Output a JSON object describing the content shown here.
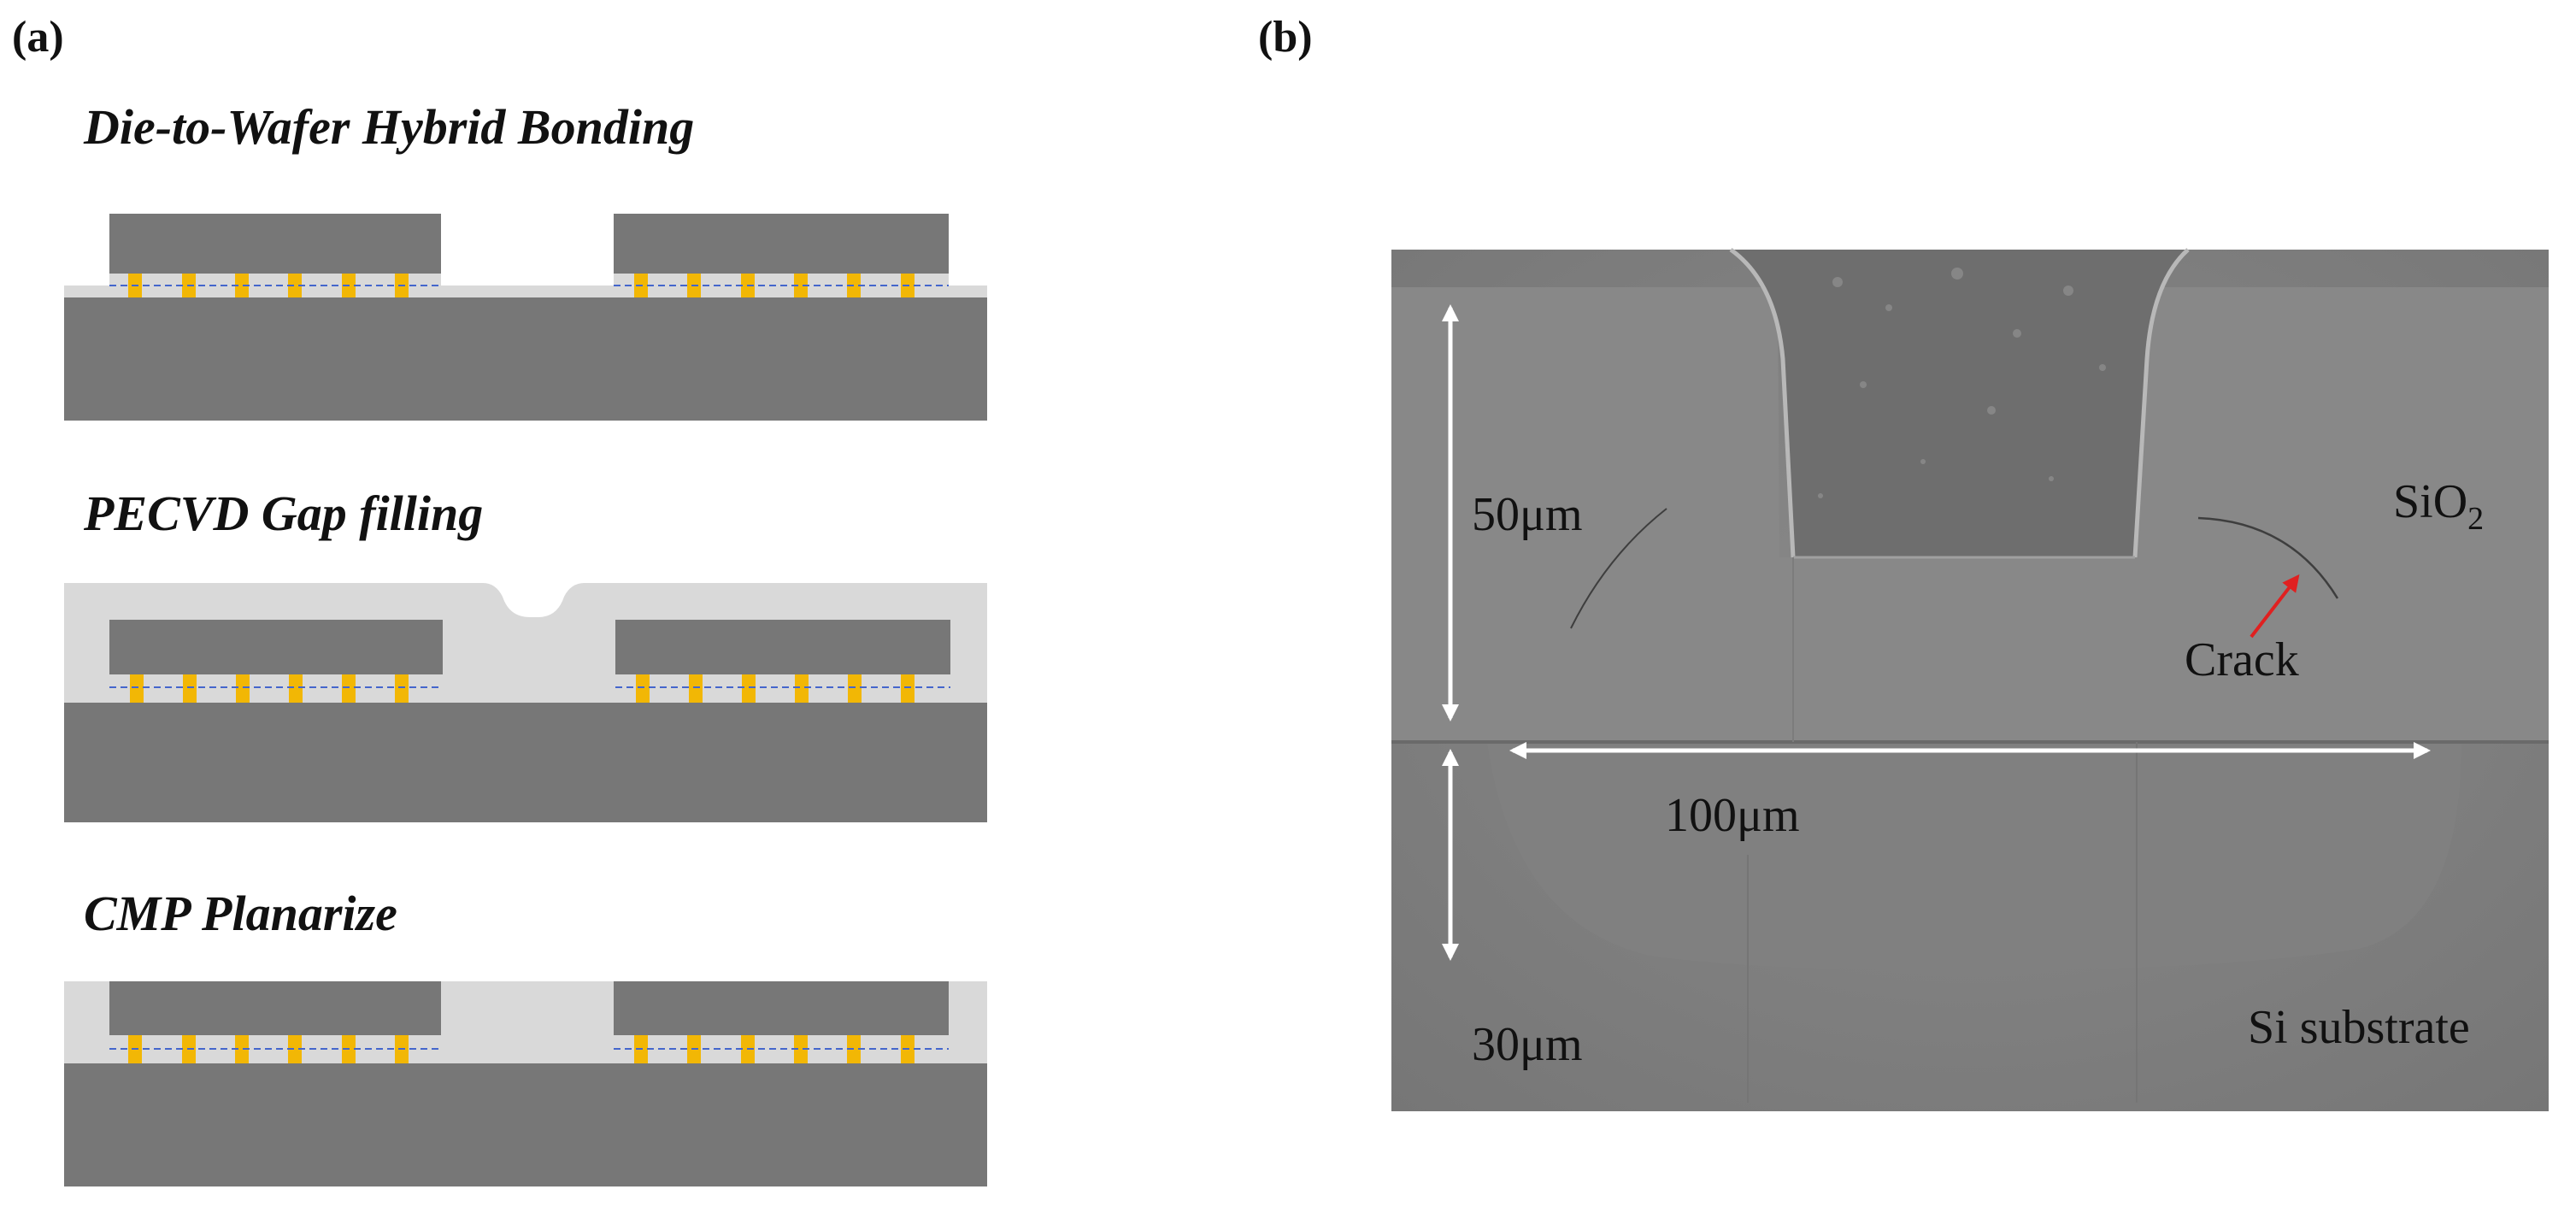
{
  "panel_a": {
    "label": "(a)",
    "steps": [
      {
        "title": "Die-to-Wafer Hybrid Bonding"
      },
      {
        "title": "PECVD Gap filling"
      },
      {
        "title": "CMP Planarize"
      }
    ],
    "colors": {
      "die": "#777777",
      "substrate": "#777777",
      "oxide": "#d9d9d9",
      "pad": "#f2b705",
      "bond_line": "#4466cc"
    }
  },
  "panel_b": {
    "label": "(b)",
    "labels": {
      "depth_oxide": "50μm",
      "depth_substrate": "30μm",
      "width": "100μm",
      "sio2_main": "SiO",
      "sio2_sub": "2",
      "crack": "Crack",
      "substrate": "Si substrate"
    },
    "colors": {
      "sem_bg": "#7f7f7f",
      "arrow": "#ffffff",
      "crack_arrow": "#e02020"
    }
  }
}
